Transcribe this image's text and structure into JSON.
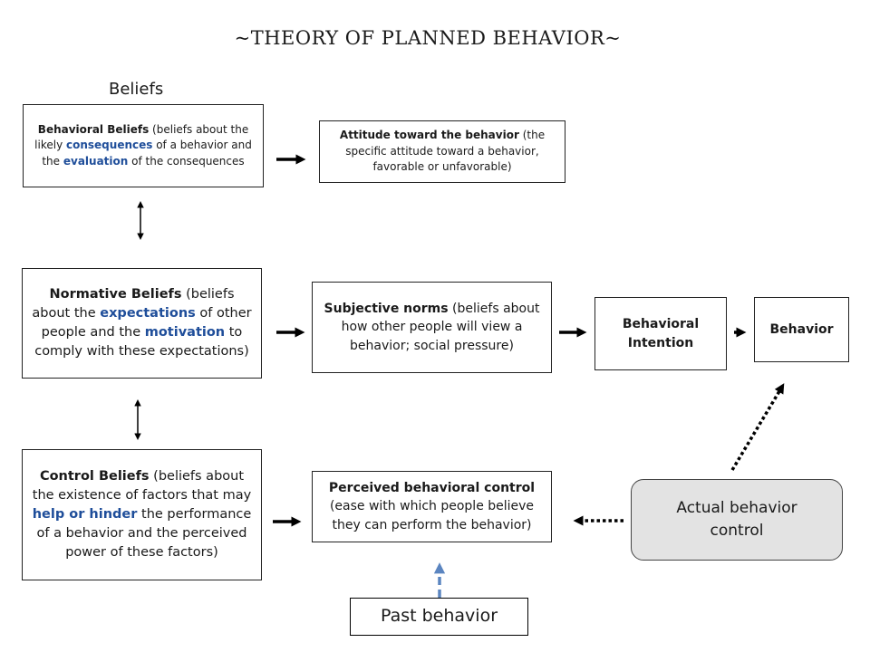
{
  "title": "~THEORY OF PLANNED BEHAVIOR~",
  "beliefs_heading": "Beliefs",
  "behavioral_beliefs": {
    "lead": "Behavioral Beliefs",
    "t1": " (beliefs about the likely ",
    "k1": "consequences",
    "t2": " of a behavior and the ",
    "k2": "evaluation",
    "t3": " of the consequences"
  },
  "normative_beliefs": {
    "lead": "Normative Beliefs",
    "t1": " (beliefs about the ",
    "k1": "expectations",
    "t2": " of other people and the ",
    "k2": "motivation",
    "t3": " to comply with these expectations)"
  },
  "control_beliefs": {
    "lead": "Control Beliefs",
    "t1": " (beliefs about the existence of factors that may ",
    "k1": "help or hinder",
    "t2": " the performance of a behavior and the perceived power of these factors)"
  },
  "attitude": {
    "lead": "Attitude toward the behavior",
    "text": " (the specific attitude toward a behavior, favorable or unfavorable)"
  },
  "subjective_norms": {
    "lead": "Subjective norms",
    "text": " (beliefs about how other people will view a behavior; social pressure)"
  },
  "perceived_control": {
    "lead": "Perceived behavioral control",
    "text": " (ease with which people believe they can perform the behavior)"
  },
  "behavioral_intention": "Behavioral Intention",
  "behavior": "Behavior",
  "actual_behavior_control": "Actual behavior control",
  "past_behavior": "Past behavior",
  "colors": {
    "keyword": "#1f4e9a",
    "dashed_arrow": "#5b85c0",
    "rounded_box_fill": "#e3e3e3"
  }
}
